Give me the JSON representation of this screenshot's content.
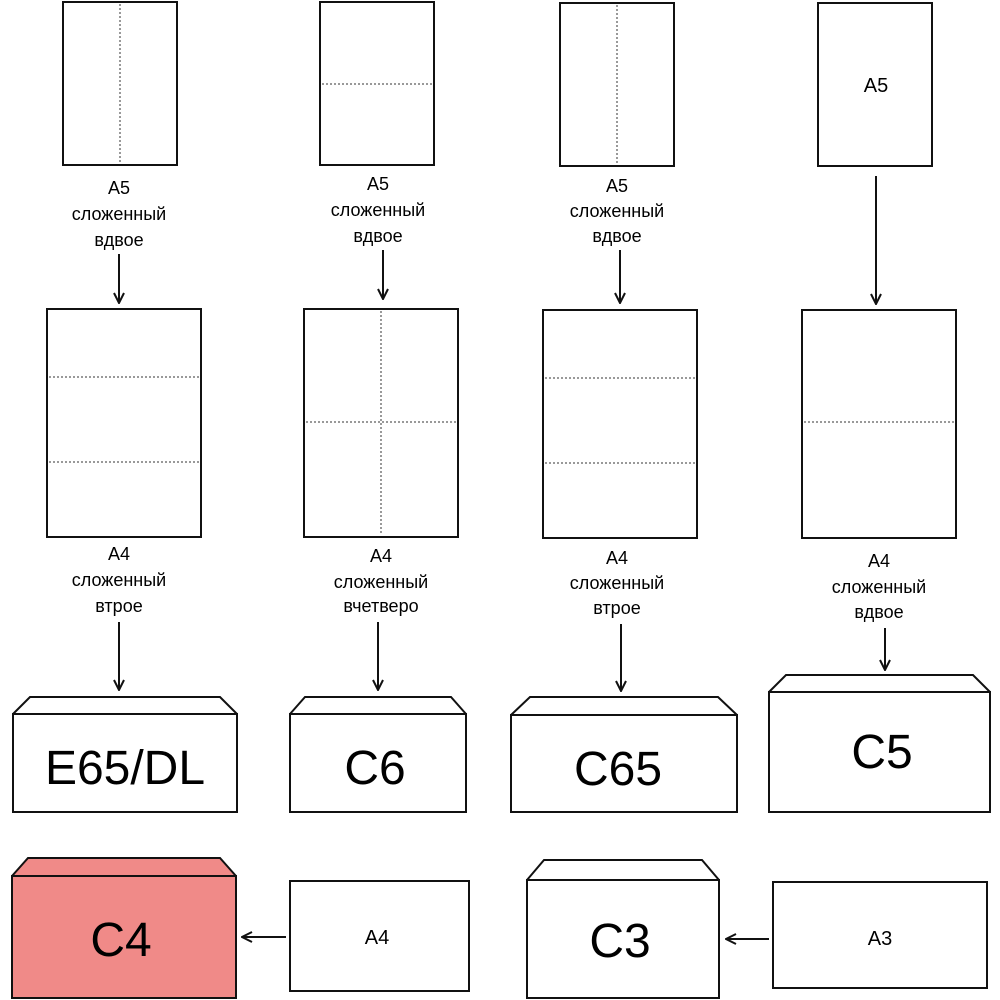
{
  "colors": {
    "stroke": "#111111",
    "background": "#ffffff",
    "highlight_envelope": "#f08a88"
  },
  "columns": [
    {
      "top_sheet": {
        "label": "",
        "fold": "vertical"
      },
      "top_caption": [
        "A5",
        "сложенный",
        "вдвое"
      ],
      "mid_sheet": {
        "fold": "thirds-horizontal"
      },
      "mid_caption": [
        "A4",
        "сложенный",
        "втрое"
      ],
      "envelope": "E65/DL"
    },
    {
      "top_sheet": {
        "label": "",
        "fold": "horizontal"
      },
      "top_caption": [
        "A5",
        "сложенный",
        "вдвое"
      ],
      "mid_sheet": {
        "fold": "quarters"
      },
      "mid_caption": [
        "A4",
        "сложенный",
        "вчетверо"
      ],
      "envelope": "C6"
    },
    {
      "top_sheet": {
        "label": "",
        "fold": "vertical"
      },
      "top_caption": [
        "A5",
        "сложенный",
        "вдвое"
      ],
      "mid_sheet": {
        "fold": "thirds-horizontal"
      },
      "mid_caption": [
        "A4",
        "сложенный",
        "втрое"
      ],
      "envelope": "C65"
    },
    {
      "top_sheet": {
        "label": "A5",
        "fold": "none"
      },
      "top_caption": [],
      "mid_sheet": {
        "fold": "half-horizontal"
      },
      "mid_caption": [
        "A4",
        "сложенный",
        "вдвое"
      ],
      "envelope": "C5"
    }
  ],
  "bottom_row": [
    {
      "paper": "A4",
      "envelope": "C4",
      "highlighted": true
    },
    {
      "paper": "A3",
      "envelope": "C3",
      "highlighted": false
    }
  ]
}
